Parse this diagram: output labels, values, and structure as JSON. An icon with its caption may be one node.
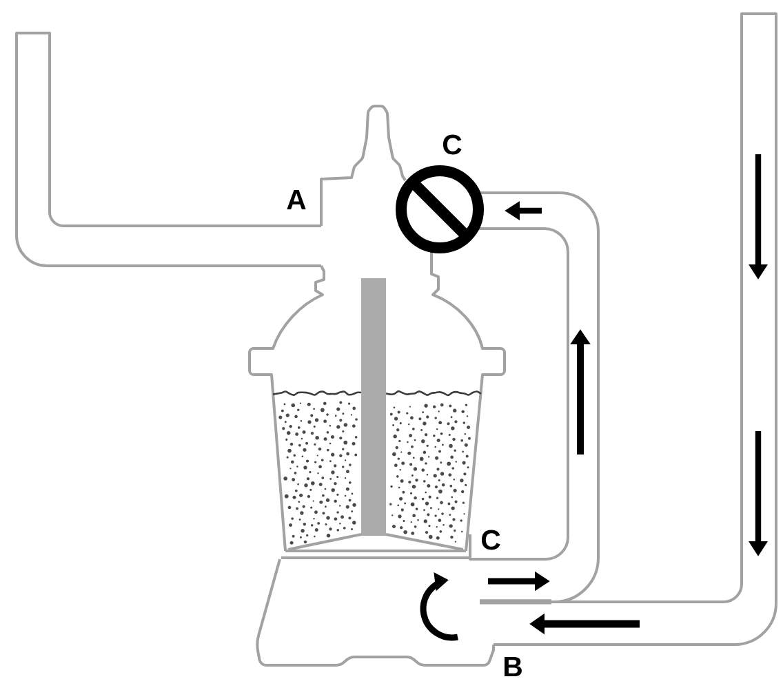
{
  "diagram": {
    "labels": [
      "C",
      "A",
      "C",
      "B"
    ]
  }
}
